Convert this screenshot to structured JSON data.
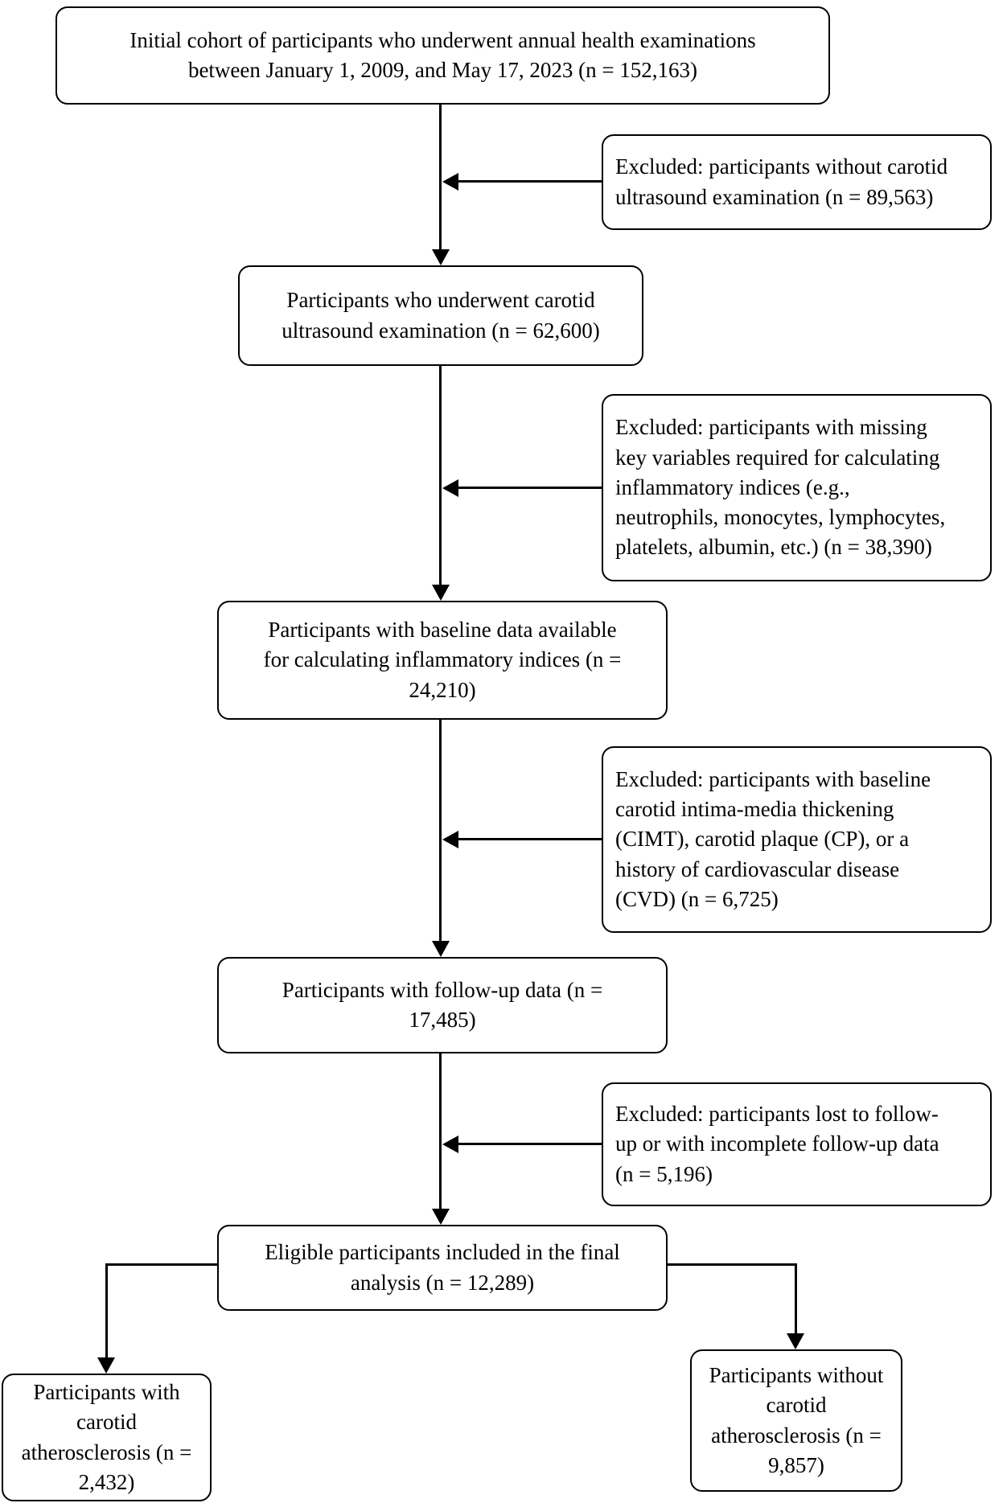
{
  "flowchart": {
    "boxes": {
      "initial_cohort": {
        "text": "Initial cohort of participants who underwent annual health examinations\nbetween January 1, 2009, and May 17, 2023 (n = 152,163)",
        "n": "152,163"
      },
      "carotid_ultrasound": {
        "text": "Participants who underwent carotid\nultrasound examination (n = 62,600)",
        "n": "62,600"
      },
      "baseline_data": {
        "text": "Participants with baseline data available\nfor calculating inflammatory indices (n =\n24,210)",
        "n": "24,210"
      },
      "followup_data": {
        "text": "Participants with follow-up data (n =\n17,485)",
        "n": "17,485"
      },
      "final_analysis": {
        "text": "Eligible participants included in the final\nanalysis (n = 12,289)",
        "n": "12,289"
      },
      "with_atherosclerosis": {
        "text": "Participants with\ncarotid\natherosclerosis (n =\n2,432)",
        "n": "2,432"
      },
      "without_atherosclerosis": {
        "text": "Participants without\ncarotid\natherosclerosis (n =\n9,857)",
        "n": "9,857"
      }
    },
    "exclusions": {
      "no_ultrasound": {
        "text": "Excluded: participants without carotid\nultrasound examination (n = 89,563)",
        "n": "89,563"
      },
      "missing_variables": {
        "text": "Excluded: participants with missing\nkey variables required for calculating\ninflammatory indices (e.g.,\nneutrophils, monocytes, lymphocytes,\nplatelets, albumin, etc.) (n = 38,390)",
        "n": "38,390"
      },
      "baseline_disease": {
        "text": "Excluded: participants with baseline\ncarotid intima-media thickening\n(CIMT), carotid plaque (CP), or a\nhistory of cardiovascular disease\n(CVD) (n = 6,725)",
        "n": "6,725"
      },
      "lost_followup": {
        "text": "Excluded: participants lost to follow-\nup or with incomplete follow-up data\n(n = 5,196)",
        "n": "5,196"
      }
    },
    "colors": {
      "border": "#000000",
      "background": "#ffffff",
      "line": "#000000",
      "text": "#000000"
    }
  }
}
